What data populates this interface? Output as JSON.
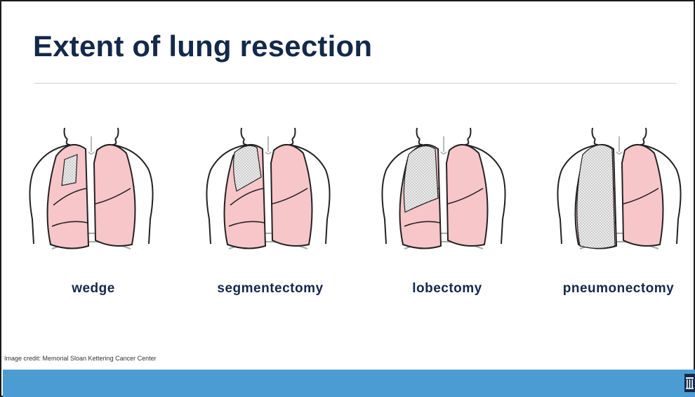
{
  "slide": {
    "title": "Extent of lung resection",
    "credit": "Image credit: Memorial Sloan Kettering Cancer Center",
    "colors": {
      "title": "#13294b",
      "footer_band": "#4b9cd3",
      "lung_fill": "#f7c6c9",
      "resected_fill": "#e6e6e6"
    }
  },
  "procedures": [
    {
      "label": "wedge"
    },
    {
      "label": "segmentectomy"
    },
    {
      "label": "lobectomy"
    },
    {
      "label": "pneumonectomy"
    }
  ],
  "footer": {
    "logo_icon": "old-well-icon"
  }
}
